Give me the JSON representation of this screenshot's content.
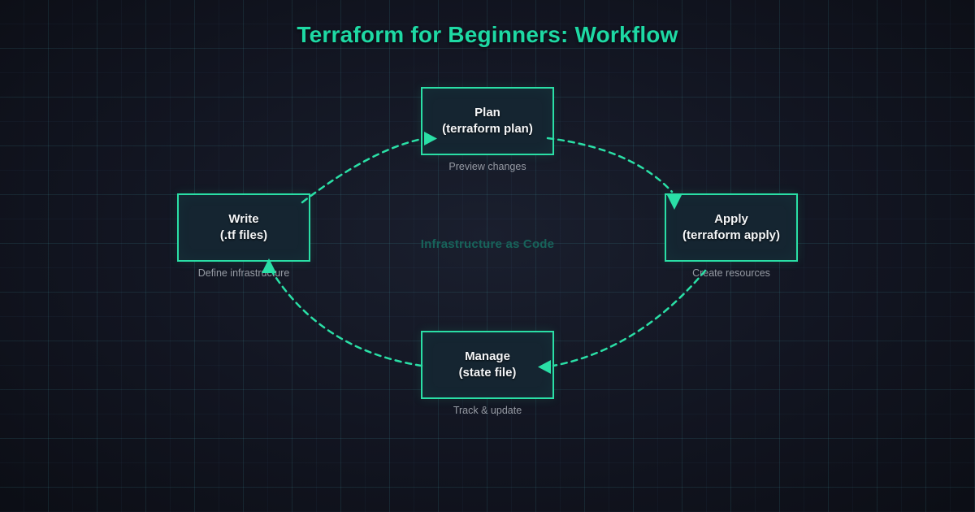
{
  "title": "Terraform for Beginners: Workflow",
  "center_label": "Infrastructure as Code",
  "nodes": {
    "plan": {
      "title": "Plan",
      "subtitle": "(terraform plan)",
      "caption": "Preview changes"
    },
    "apply": {
      "title": "Apply",
      "subtitle": "(terraform apply)",
      "caption": "Create resources"
    },
    "manage": {
      "title": "Manage",
      "subtitle": "(state file)",
      "caption": "Track & update"
    },
    "write": {
      "title": "Write",
      "subtitle": "(.tf files)",
      "caption": "Define infrastructure"
    }
  },
  "edges": [
    {
      "from": "write",
      "to": "plan"
    },
    {
      "from": "plan",
      "to": "apply"
    },
    {
      "from": "apply",
      "to": "manage"
    },
    {
      "from": "manage",
      "to": "write"
    }
  ],
  "colors": {
    "accent": "#2adfa6",
    "title_color": "#1ed9a4",
    "node_fill": "#152531",
    "caption_color": "#969ba4",
    "center_label_color": "#17635a",
    "background": "#0d1019"
  }
}
